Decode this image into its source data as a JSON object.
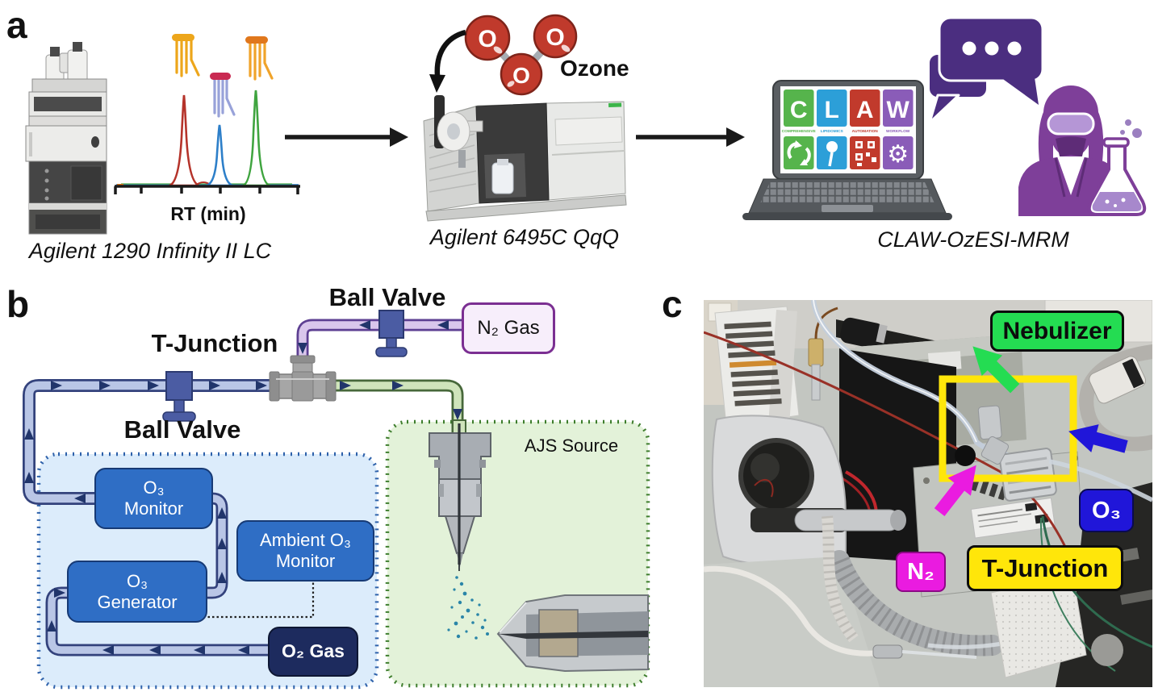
{
  "panel_a": {
    "letter": "a",
    "lc_caption": "Agilent 1290 Infinity II LC",
    "rt_label": "RT (min)",
    "ozone_label": "Ozone",
    "atom": "O",
    "ms_caption": "Agilent 6495C QqQ",
    "workflow_caption": "CLAW-OzESI-MRM",
    "claw_tiles": [
      {
        "letter": "C",
        "word": "COMPREHENSIVE",
        "color": "#56b44c"
      },
      {
        "letter": "L",
        "word": "LIPIDOMICS",
        "color": "#2c9fd8"
      },
      {
        "letter": "A",
        "word": "AUTOMATION",
        "color": "#c13a2c"
      },
      {
        "letter": "W",
        "word": "WORKFLOW",
        "color": "#8a5cb8"
      }
    ],
    "chromatogram": {
      "type": "line",
      "xlabel": "RT (min)",
      "peaks": [
        {
          "color": "#b5332a",
          "relative_rt": 0.37,
          "relative_height": 1.0
        },
        {
          "color": "#2d7fc9",
          "relative_rt": 0.56,
          "relative_height": 0.68
        },
        {
          "color": "#3fa43f",
          "relative_rt": 0.76,
          "relative_height": 1.05
        }
      ]
    }
  },
  "panel_b": {
    "letter": "b",
    "labels": {
      "t_junction": "T-Junction",
      "ball_valve_top": "Ball Valve",
      "ball_valve_bottom": "Ball Valve",
      "n2_gas": "N₂ Gas",
      "ajs_source": "AJS Source"
    },
    "boxes": {
      "o3_monitor": {
        "line1": "O₃",
        "line2": "Monitor"
      },
      "ambient_o3_monitor": {
        "line1": "Ambient O₃",
        "line2": "Monitor"
      },
      "o3_generator": {
        "line1": "O₃",
        "line2": "Generator"
      },
      "o2_gas": {
        "label": "O₂ Gas"
      }
    }
  },
  "panel_c": {
    "letter": "c",
    "labels": {
      "nebulizer": "Nebulizer",
      "o3": "O₃",
      "n2": "N₂",
      "t_junction": "T-Junction"
    }
  },
  "colors": {
    "ozone_red": "#c03a2c",
    "pipe_blue": "#b9c6e6",
    "pipe_purple": "#d9c6ec",
    "pipe_green": "#cfe4bb",
    "valve_blue": "#4b5ca3",
    "flow_arrow_navy": "#21356b",
    "ozone_loop_fill": "#dcecfb",
    "ajs_fill": "#e3f2d9",
    "chat_purple": "#4b2e80",
    "scientist_purple": "#7e3f99",
    "nebulizer_green": "#24dc52",
    "highlight_yellow": "#ffe60a",
    "o3_label_blue": "#2016d9",
    "n2_label_magenta": "#ea1be0"
  }
}
